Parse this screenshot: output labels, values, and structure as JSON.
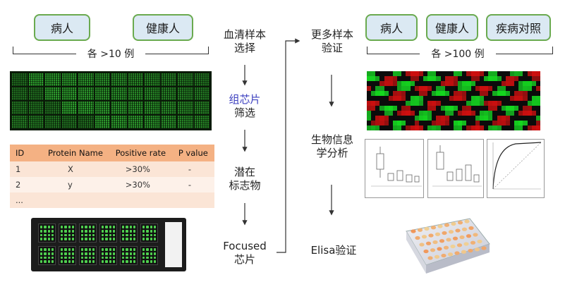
{
  "left_groups": {
    "patient": "病人",
    "healthy": "健康人",
    "count": "各 >10 例"
  },
  "right_groups": {
    "patient": "病人",
    "healthy": "健康人",
    "disease_control": "疾病对照",
    "count": "各 >100 例"
  },
  "steps_middle": [
    {
      "line1": "血清样本",
      "line2": "选择"
    },
    {
      "line1": "组芯片",
      "line2": "筛选"
    },
    {
      "line1": "潜在",
      "line2": "标志物"
    },
    {
      "line1": "Focused",
      "line2": "芯片"
    }
  ],
  "steps_right": [
    {
      "line1": "更多样本",
      "line2": "验证"
    },
    {
      "line1": "生物信息",
      "line2": "学分析"
    },
    {
      "line1": "Elisa验证",
      "line2": ""
    }
  ],
  "table": {
    "headers": [
      "ID",
      "Protein Name",
      "Positive rate",
      "P value"
    ],
    "rows": [
      [
        "1",
        "X",
        ">30%",
        "-"
      ],
      [
        "2",
        "y",
        ">30%",
        "-"
      ],
      [
        "...",
        "",
        "",
        ""
      ]
    ]
  },
  "colors": {
    "pill_border": "#6aaa4f",
    "pill_fill": "#dbe9f3",
    "table_header": "#f4b183",
    "accent_blue": "#3b3fbf"
  }
}
